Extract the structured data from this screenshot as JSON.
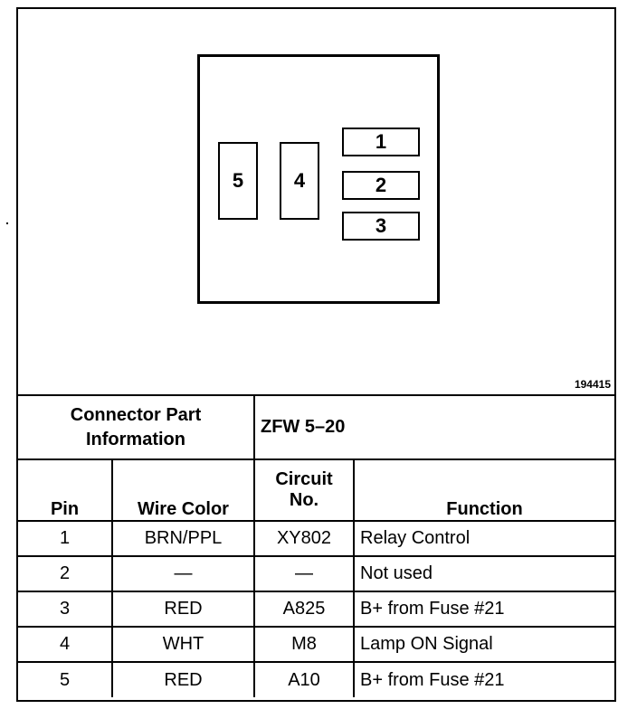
{
  "figure_id": "194415",
  "connector_pins": {
    "p1": "1",
    "p2": "2",
    "p3": "3",
    "p4": "4",
    "p5": "5"
  },
  "part_info": {
    "label_line1": "Connector Part",
    "label_line2": "Information",
    "value": "ZFW 5–20"
  },
  "columns": {
    "pin": "Pin",
    "wire_color": "Wire Color",
    "circuit_line1": "Circuit",
    "circuit_line2": "No.",
    "function": "Function"
  },
  "rows": [
    {
      "pin": "1",
      "wire": "BRN/PPL",
      "circuit": "XY802",
      "function": "Relay Control"
    },
    {
      "pin": "2",
      "wire": "—",
      "circuit": "—",
      "function": "Not used"
    },
    {
      "pin": "3",
      "wire": "RED",
      "circuit": "A825",
      "function": "B+ from Fuse #21"
    },
    {
      "pin": "4",
      "wire": "WHT",
      "circuit": "M8",
      "function": "Lamp ON Signal"
    },
    {
      "pin": "5",
      "wire": "RED",
      "circuit": "A10",
      "function": "B+ from Fuse #21"
    }
  ]
}
